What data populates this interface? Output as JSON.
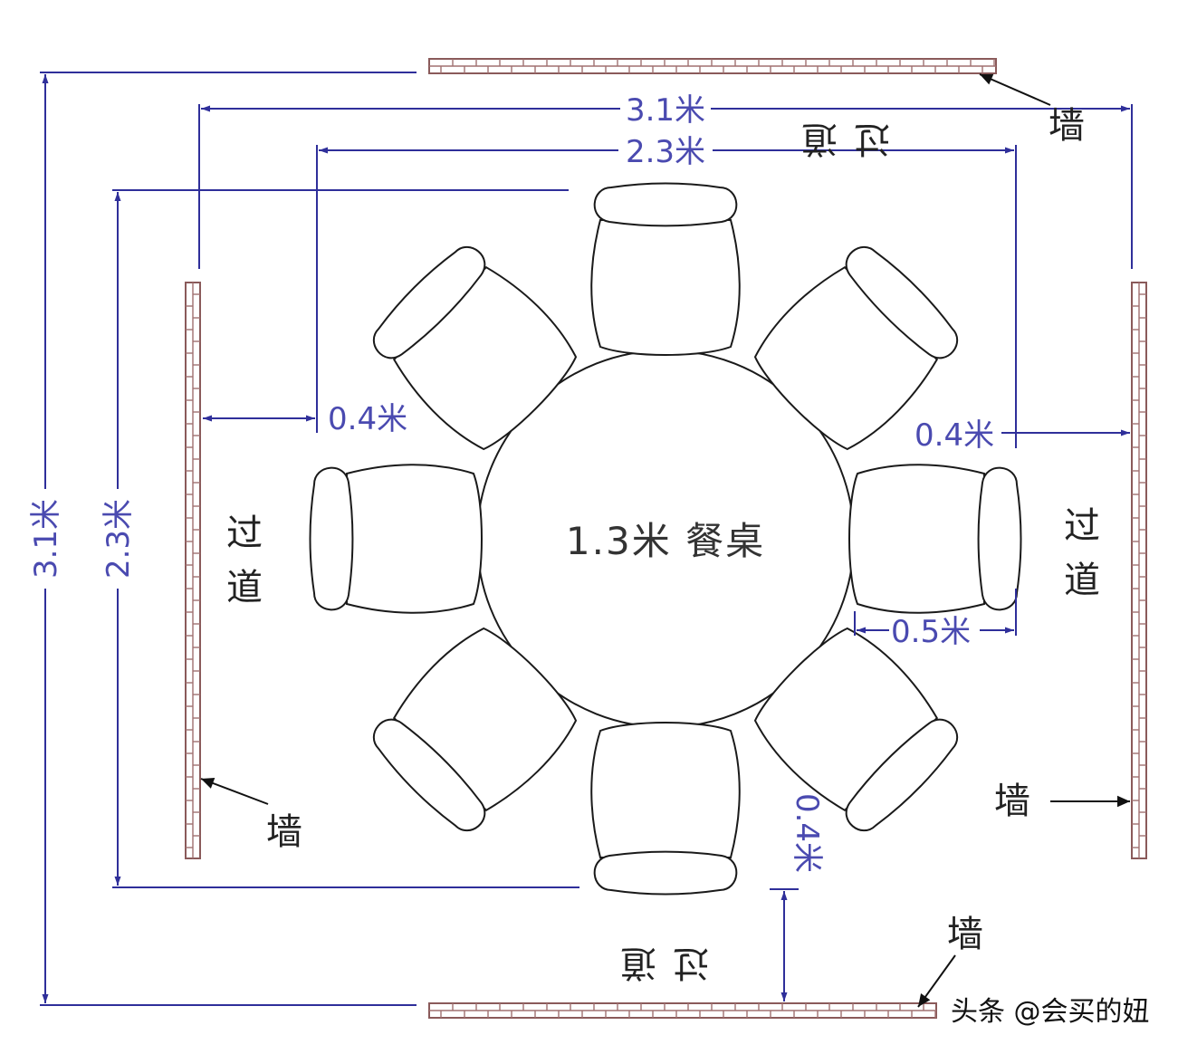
{
  "table": {
    "label": "1.3米 餐桌",
    "diameter_m": 1.3,
    "chairs": 8
  },
  "dimensions": {
    "outer_width": "3.1米",
    "inner_width": "2.3米",
    "outer_height": "3.1米",
    "inner_height": "2.3米",
    "left_gap": "0.4米",
    "right_gap": "0.4米",
    "bottom_gap": "0.4米",
    "chair_depth": "0.5米"
  },
  "labels": {
    "wall": "墙",
    "aisle": "过道",
    "aisle_top_1": "过",
    "aisle_top_2": "道",
    "aisle_side_1": "过",
    "aisle_side_2": "道"
  },
  "watermark": "头条 @会买的妞",
  "colors": {
    "dimension": "#2f2f9a",
    "wall": "#8a5a5a",
    "outline": "#1a1a1a"
  }
}
